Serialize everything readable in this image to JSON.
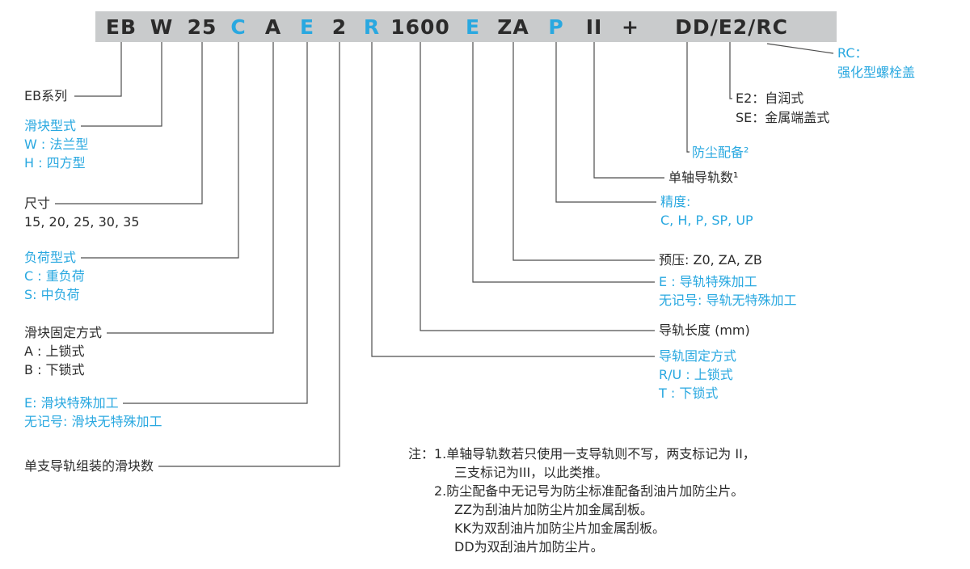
{
  "colors": {
    "accent_blue": "#29a8e0",
    "text_dark": "#2b2b2b",
    "bar_background": "#c9cbcc",
    "connector_line": "#4d4d4d",
    "page_background": "#ffffff"
  },
  "model_code": {
    "segments": [
      "EB",
      "W",
      "25",
      "C",
      "A",
      "E",
      "2",
      "R",
      "1600",
      "E",
      "ZA",
      "P",
      "II",
      "+",
      "DD/E2/RC"
    ]
  },
  "left_labels": {
    "series": {
      "title": "EB系列"
    },
    "block_type": {
      "title": "滑块型式",
      "option1": "W : 法兰型",
      "option2": "H : 四方型"
    },
    "size": {
      "title": "尺寸",
      "options": "15, 20, 25, 30, 35"
    },
    "load_type": {
      "title": "负荷型式",
      "option1": "C : 重负荷",
      "option2": "S: 中负荷"
    },
    "block_mounting": {
      "title": "滑块固定方式",
      "option1": "A : 上锁式",
      "option2": "B : 下锁式"
    },
    "block_special": {
      "line1": "E: 滑块特殊加工",
      "line2": "无记号: 滑块无特殊加工"
    },
    "block_count": {
      "title": "单支导轨组装的滑块数"
    }
  },
  "right_labels": {
    "bolt_cover": {
      "line1": "RC：",
      "line2": "强化型螺栓盖"
    },
    "end_cap": {
      "line1": "E2：自润式",
      "line2": "SE：金属端盖式"
    },
    "dust_protection": {
      "title": "防尘配备²"
    },
    "rail_count": {
      "title": "单轴导轨数¹"
    },
    "precision": {
      "title": "精度:",
      "options": "C, H, P, SP, UP"
    },
    "preload": {
      "title": "预压: Z0, ZA, ZB"
    },
    "rail_special": {
      "line1": "E : 导轨特殊加工",
      "line2": "无记号: 导轨无特殊加工"
    },
    "rail_length": {
      "title": "导轨长度 (mm)"
    },
    "rail_mounting": {
      "title": "导轨固定方式",
      "option1": "R/U : 上锁式",
      "option2": "T : 下锁式"
    }
  },
  "notes": {
    "line1": "注：1.单轴导轨数若只使用一支导轨则不写，两支标记为 II，",
    "line2": "三支标记为III，以此类推。",
    "line3": "2.防尘配备中无记号为防尘标准配备刮油片加防尘片。",
    "line4": "ZZ为刮油片加防尘片加金属刮板。",
    "line5": "KK为双刮油片加防尘片加金属刮板。",
    "line6": "DD为双刮油片加防尘片。"
  }
}
